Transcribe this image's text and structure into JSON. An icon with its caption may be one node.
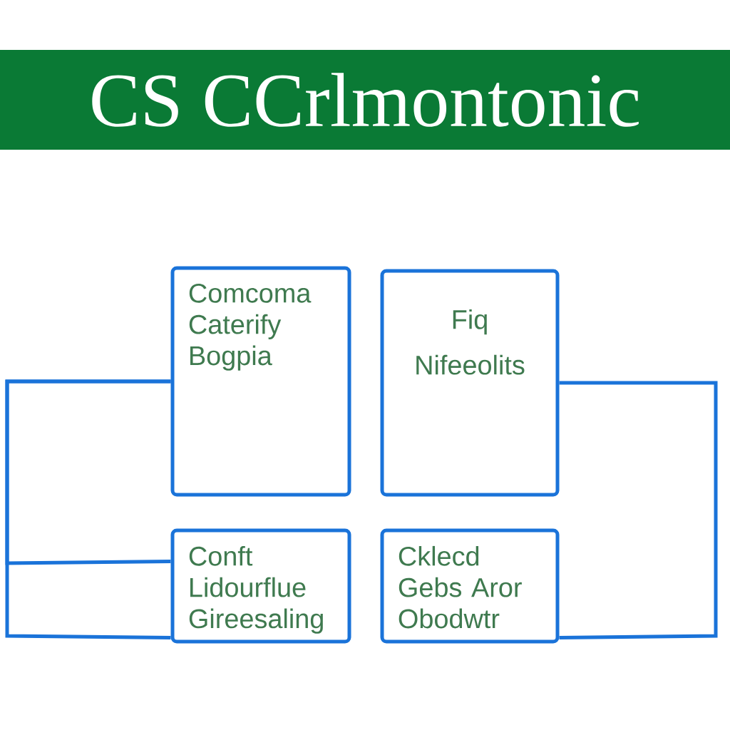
{
  "diagram": {
    "title": "CS CCrlmontonic",
    "nodes": [
      {
        "text": [
          "Comcoma Caterify Bogpia"
        ]
      },
      {
        "text": [
          "Fiq",
          "Nifeeolits"
        ]
      },
      {
        "text": [
          "Conft Lidourflue Gireesaling"
        ]
      },
      {
        "text": [
          "Cklecd Gebs Aror Obodwtr"
        ]
      }
    ],
    "edges": [
      {
        "from": 0,
        "to": 2,
        "arrow": "none"
      },
      {
        "from": 0,
        "to": 2,
        "arrow": "none"
      },
      {
        "from": 1,
        "to": 3,
        "arrow": "none"
      }
    ]
  }
}
